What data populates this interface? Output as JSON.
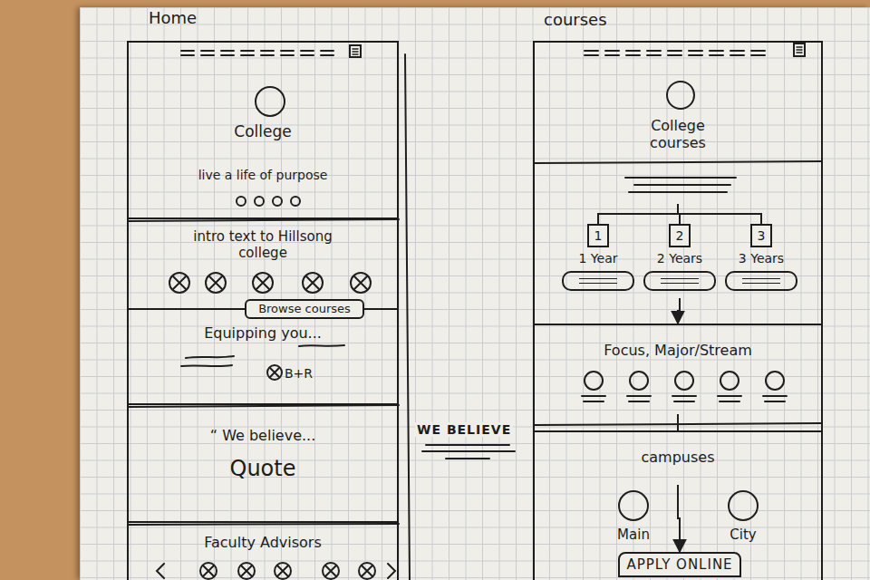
{
  "diagram": {
    "nodes": [
      {
        "text": [
          "Home"
        ]
      },
      {
        "text": [
          "College",
          "live a life of purpose"
        ],
        "in": 0
      },
      {
        "text": [
          "intro text to Hillsong college"
        ],
        "in": 0
      },
      {
        "text": [
          "Browse courses"
        ],
        "in": 2
      },
      {
        "text": [
          "Equipping you...",
          "B+R"
        ],
        "in": 0
      },
      {
        "text": [
          "“ We believe...",
          "Quote"
        ],
        "in": 0
      },
      {
        "text": [
          "Faculty Advisors"
        ],
        "in": 0
      },
      {
        "text": [
          "courses"
        ]
      },
      {
        "text": [
          "College courses"
        ],
        "in": 7
      },
      {
        "text": [
          "1",
          "1 Year"
        ],
        "in": 7
      },
      {
        "text": [
          "2",
          "2 Years"
        ],
        "in": 7
      },
      {
        "text": [
          "3",
          "3 Years"
        ],
        "in": 7
      },
      {
        "text": [
          "Focus, Major/Stream"
        ],
        "in": 7
      },
      {
        "text": [
          "campuses"
        ],
        "in": 7
      },
      {
        "text": [
          "Main"
        ],
        "in": 7
      },
      {
        "text": [
          "City"
        ],
        "in": 7
      },
      {
        "text": [
          "APPLY ONLINE"
        ],
        "in": 7
      }
    ],
    "edges": [
      {
        "from": 8,
        "to": 9,
        "arrow": "none"
      },
      {
        "from": 8,
        "to": 10,
        "arrow": "none"
      },
      {
        "from": 8,
        "to": 11,
        "arrow": "none"
      },
      {
        "from": 10,
        "to": 12,
        "arrow": "to"
      },
      {
        "from": 12,
        "to": 13,
        "arrow": "none"
      },
      {
        "from": 13,
        "to": 16,
        "arrow": "to"
      }
    ],
    "labels": [
      "WE BELIEVE"
    ]
  }
}
